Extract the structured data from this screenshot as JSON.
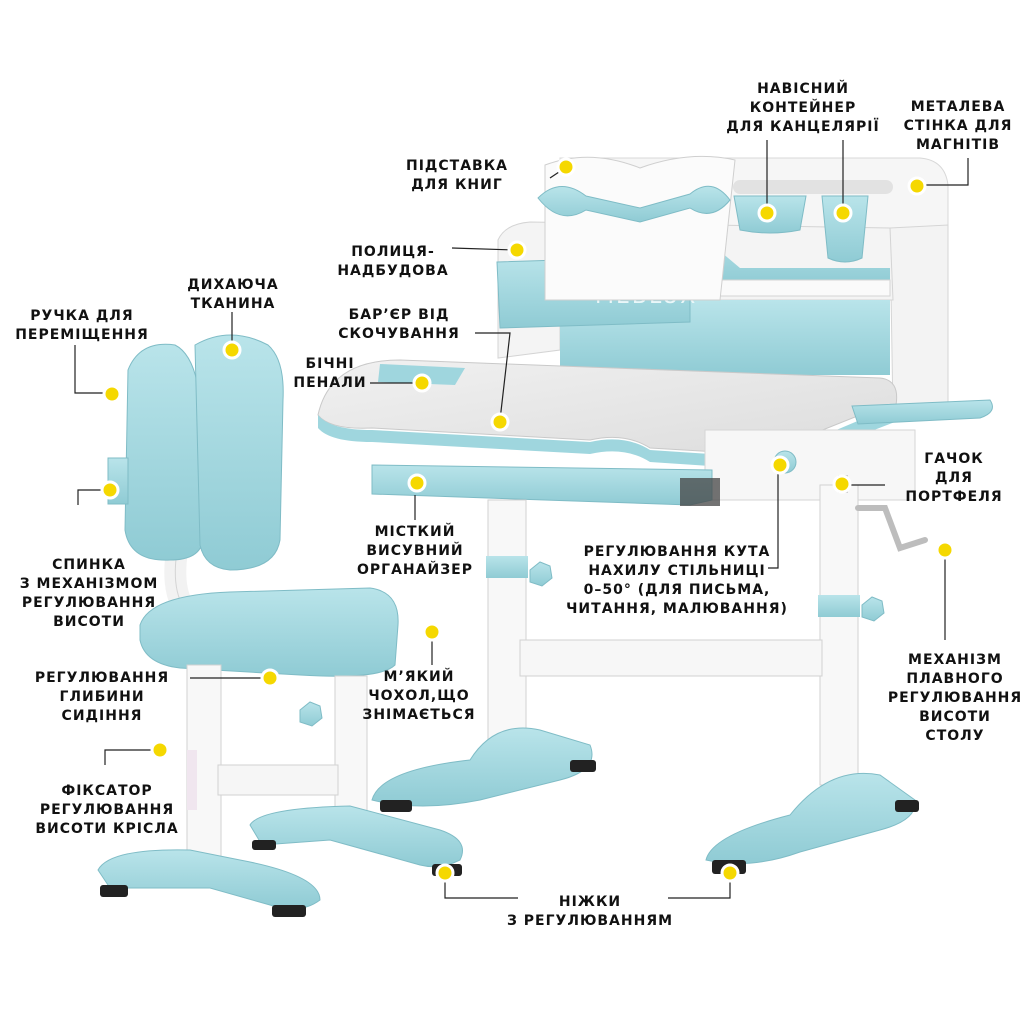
{
  "brand": "MEBLUX",
  "colors": {
    "accent": "#a9dde4",
    "accent_dark": "#86c6d0",
    "dot": "#f5d800",
    "desk_top": "#e9e9e9",
    "frame": "#ffffff",
    "foot": "#222222"
  },
  "callouts": {
    "book_stand": [
      "ПІДСТАВКА",
      "ДЛЯ КНИГ"
    ],
    "stationery": [
      "НАВІСНИЙ",
      "КОНТЕЙНЕР",
      "ДЛЯ КАНЦЕЛЯРІЇ"
    ],
    "metal_wall": [
      "МЕТАЛЕВА",
      "СТІНКА ДЛЯ",
      "МАГНІТІВ"
    ],
    "shelf": [
      "ПОЛИЦЯ-",
      "НАДБУДОВА"
    ],
    "breathable": [
      "ДИХАЮЧА",
      "ТКАНИНА"
    ],
    "handle": [
      "РУЧКА ДЛЯ",
      "ПЕРЕМІЩЕННЯ"
    ],
    "barrier": [
      "БАР’ЄР ВІД",
      "СКОЧУВАННЯ"
    ],
    "side_cases": [
      "БІЧНІ",
      "ПЕНАЛИ"
    ],
    "hook": [
      "ГАЧОК",
      "ДЛЯ",
      "ПОРТФЕЛЯ"
    ],
    "organizer": [
      "МІСТКИЙ",
      "ВИСУВНИЙ",
      "ОРГАНАЙЗЕР"
    ],
    "tilt": [
      "РЕГУЛЮВАННЯ КУТА",
      "НАХИЛУ СТІЛЬНИЦІ",
      "0–50° (ДЛЯ ПИСЬМА,",
      "ЧИТАННЯ, МАЛЮВАННЯ)"
    ],
    "backrest": [
      "СПИНКА",
      "З МЕХАНІЗМОМ",
      "РЕГУЛЮВАННЯ",
      "ВИСОТИ"
    ],
    "cover": [
      "М’ЯКИЙ",
      "ЧОХОЛ,ЩО",
      "ЗНІМАЄТЬСЯ"
    ],
    "height_mech": [
      "МЕХАНІЗМ",
      "ПЛАВНОГО",
      "РЕГУЛЮВАННЯ",
      "ВИСОТИ",
      "СТОЛУ"
    ],
    "depth": [
      "РЕГУЛЮВАННЯ",
      "ГЛИБИНИ",
      "СИДІННЯ"
    ],
    "lock": [
      "ФІКСАТОР",
      "РЕГУЛЮВАННЯ",
      "ВИСОТИ КРІСЛА"
    ],
    "feet": [
      "НІЖКИ",
      "З РЕГУЛЮВАННЯМ"
    ]
  }
}
